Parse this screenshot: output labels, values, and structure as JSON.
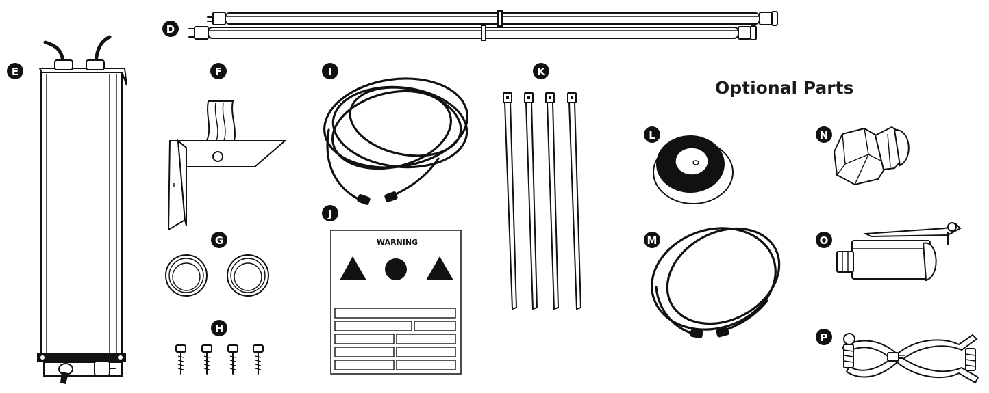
{
  "title": "Optional Parts",
  "warning_label": "WARNING",
  "parts": [
    {
      "letter": "D",
      "icon": "uv-lamp-tubes-icon"
    },
    {
      "letter": "E",
      "icon": "ballast-housing-icon"
    },
    {
      "letter": "F",
      "icon": "mounting-bracket-icon"
    },
    {
      "letter": "G",
      "icon": "end-caps-icon"
    },
    {
      "letter": "H",
      "icon": "screws-icon"
    },
    {
      "letter": "I",
      "icon": "power-cable-icon"
    },
    {
      "letter": "J",
      "icon": "warning-label-icon"
    },
    {
      "letter": "K",
      "icon": "cable-ties-icon"
    },
    {
      "letter": "L",
      "icon": "grommet-icon"
    },
    {
      "letter": "M",
      "icon": "extension-cable-icon"
    },
    {
      "letter": "N",
      "icon": "cable-gland-icon"
    },
    {
      "letter": "O",
      "icon": "flow-switch-icon"
    },
    {
      "letter": "P",
      "icon": "pipe-clamp-icon"
    }
  ],
  "colors": {
    "line": "#111111",
    "background": "#ffffff"
  }
}
